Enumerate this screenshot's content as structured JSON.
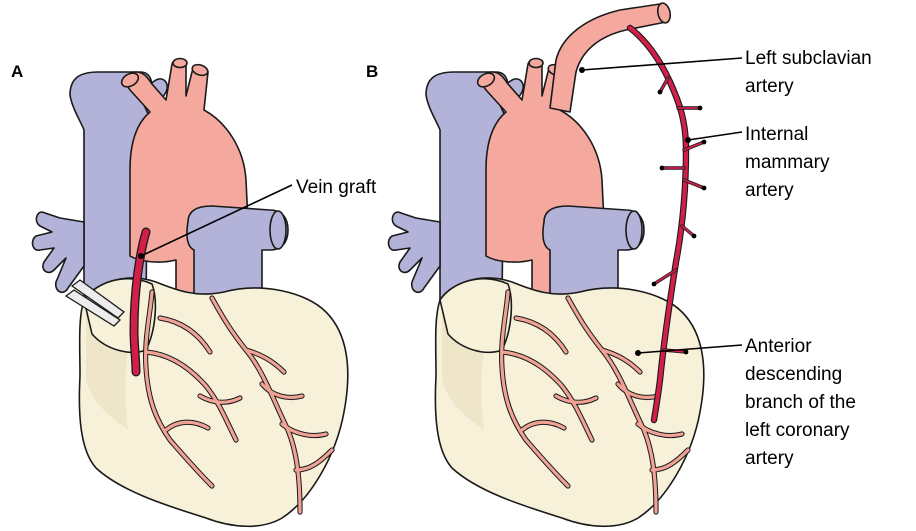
{
  "panels": {
    "a": {
      "letter": "A",
      "callouts": {
        "vein_graft": "Vein graft"
      }
    },
    "b": {
      "letter": "B",
      "callouts": {
        "subclavian": [
          "Left subclavian",
          "artery"
        ],
        "mammary": [
          "Internal",
          "mammary",
          "artery"
        ],
        "descending": [
          "Anterior",
          "descending",
          "branch of the",
          "left coronary",
          "artery"
        ]
      }
    }
  },
  "colors": {
    "vein": "#b3b2d8",
    "aorta": "#f5a99e",
    "heart": "#f7f1da",
    "graft": "#d21f4a",
    "outline": "#1a1a1a"
  }
}
